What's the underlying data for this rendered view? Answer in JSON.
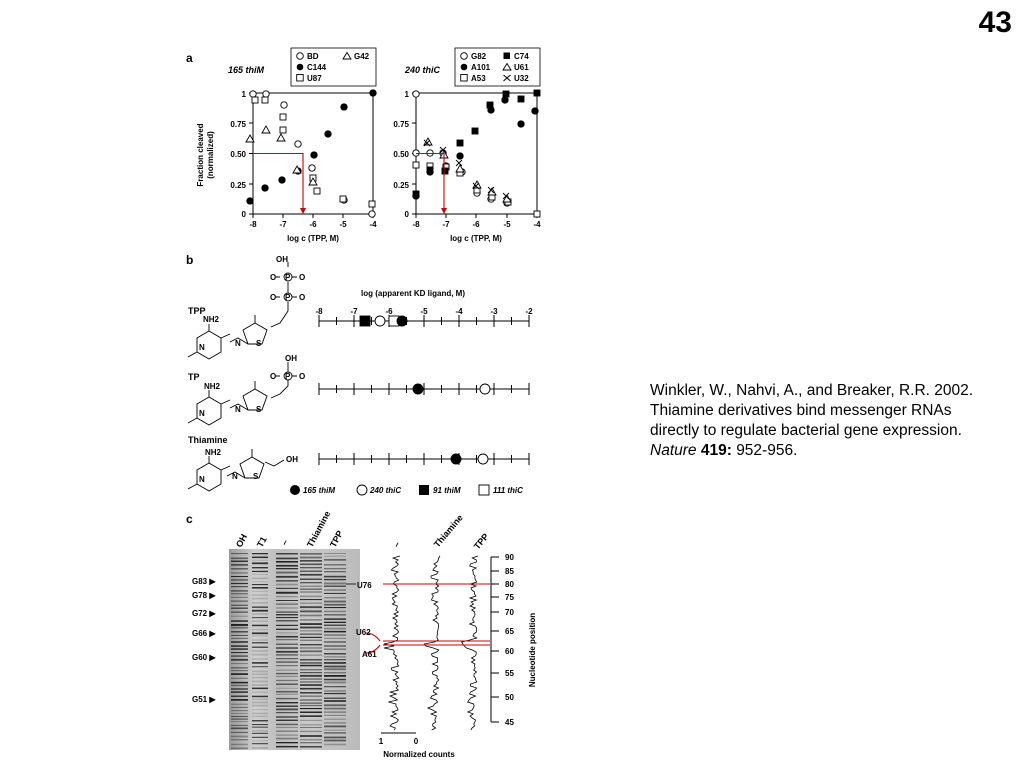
{
  "slide_number": "43",
  "citation": {
    "line1": "Winkler, W., Nahvi, A., and Breaker, R.R. 2002.",
    "line2": "Thiamine derivatives bind messenger RNAs",
    "line3": "directly to regulate bacterial gene expression.",
    "journal": "Nature",
    "volume": "419:",
    "pages": "952-956."
  },
  "figure": {
    "panel_a": {
      "label": "a",
      "ylabel_line1": "Fraction cleaved",
      "ylabel_line2": "(normalized)",
      "yticks": [
        "0",
        "0.25",
        "0.50",
        "0.75",
        "1"
      ],
      "left": {
        "title": "165 thiM",
        "legend": [
          "BD",
          "C144",
          "U87",
          "G42"
        ],
        "xticks": [
          "-8",
          "-7",
          "-6",
          "-5",
          "-4"
        ],
        "xlabel": "log c (TPP, M)"
      },
      "right": {
        "title": "240 thiC",
        "legend": [
          "G82",
          "A101",
          "A53",
          "C74",
          "U61",
          "U32"
        ],
        "xticks": [
          "-8",
          "-7",
          "-6",
          "-5",
          "-4"
        ],
        "xlabel": "log c (TPP, M)"
      }
    },
    "panel_b": {
      "label": "b",
      "axis_title": "log (apparent KD ligand, M)",
      "axis_ticks": [
        "-8",
        "-7",
        "-6",
        "-5",
        "-4",
        "-3",
        "-2"
      ],
      "rows": [
        "TPP",
        "TP",
        "Thiamine"
      ],
      "legend": [
        "165 thiM",
        "240 thiC",
        "91 thiM",
        "111 thiC"
      ],
      "chem": {
        "oh": "OH",
        "p": "P",
        "o": "O",
        "nh2": "NH2",
        "n": "N",
        "s": "S"
      }
    },
    "panel_c": {
      "label": "c",
      "lanes": [
        "OH",
        "T1",
        "–",
        "Thiamine",
        "TPP"
      ],
      "markers": [
        "G83 ▶",
        "G78 ▶",
        "G72 ▶",
        "G66 ▶",
        "G60 ▶",
        "G51 ▶"
      ],
      "trace_labels": [
        "–",
        "Thiamine",
        "TPP"
      ],
      "annotations": [
        "U76",
        "U62",
        "A61"
      ],
      "positions": [
        "90",
        "85",
        "80",
        "75",
        "70",
        "65",
        "60",
        "55",
        "50",
        "45"
      ],
      "position_axis": "Nucleotide position",
      "x_ticks": [
        "1",
        "0"
      ],
      "x_label": "Normalized counts"
    }
  }
}
